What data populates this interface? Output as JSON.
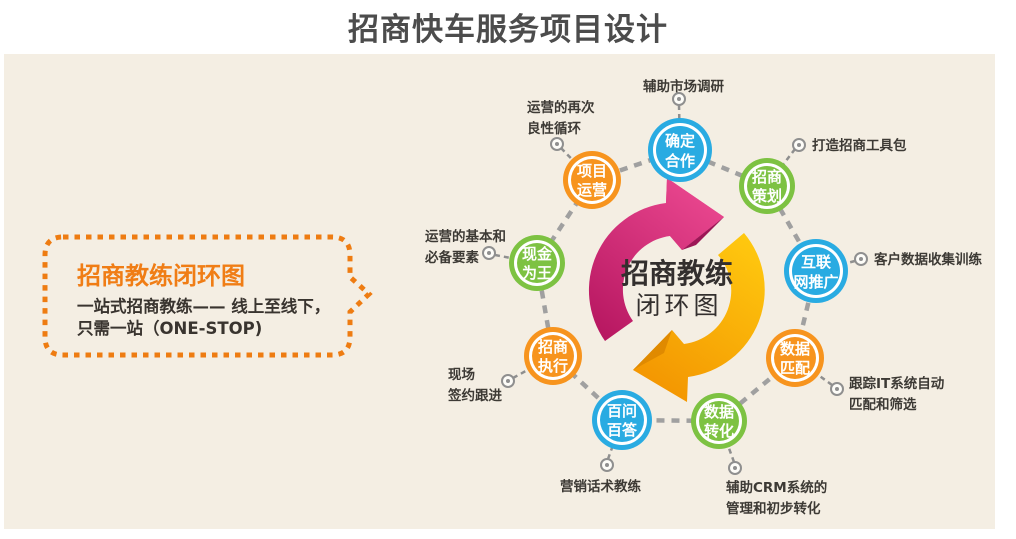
{
  "title": "招商快车服务项目设计",
  "callout": {
    "heading": "招商教练闭环图",
    "body_line1": "一站式招商教练—— 线上至线下，",
    "body_line2": "只需一站（ONE-STOP)"
  },
  "diagram": {
    "center": {
      "line1": "招商教练",
      "line2": "闭环图"
    },
    "palette": {
      "blue": "#29abe2",
      "green": "#7dc242",
      "orange": "#f7941e",
      "pink_dark": "#b4145e",
      "pink_light": "#ee4b93",
      "yellow_light": "#ffc90f",
      "yellow_dark": "#f29100",
      "callout_orange": "#ee7c12",
      "connector_gray": "#a0a0a0",
      "panel_bg": "#f4eee3"
    },
    "nodes": [
      {
        "label1": "确定",
        "label2": "合作",
        "color": "#29abe2",
        "notes": [
          "辅助市场调研"
        ]
      },
      {
        "label1": "招商",
        "label2": "策划",
        "color": "#7dc242",
        "notes": [
          "打造招商工具包"
        ]
      },
      {
        "label1": "互联",
        "label2": "网推广",
        "color": "#29abe2",
        "notes": [
          "客户数据收集训练"
        ]
      },
      {
        "label1": "数据",
        "label2": "匹配",
        "color": "#f7941e",
        "notes": [
          "跟踪IT系统自动",
          "匹配和筛选"
        ]
      },
      {
        "label1": "数据",
        "label2": "转化",
        "color": "#7dc242",
        "notes": [
          "辅助CRM系统的",
          "管理和初步转化"
        ]
      },
      {
        "label1": "百问",
        "label2": "百答",
        "color": "#29abe2",
        "notes": [
          "营销话术教练"
        ]
      },
      {
        "label1": "招商",
        "label2": "执行",
        "color": "#f7941e",
        "notes": [
          "现场",
          "签约跟进"
        ]
      },
      {
        "label1": "现金",
        "label2": "为王",
        "color": "#7dc242",
        "notes": [
          "运营的基本和",
          "必备要素"
        ]
      },
      {
        "label1": "项目",
        "label2": "运营",
        "color": "#f7941e",
        "notes": [
          "运营的再次",
          "良性循环"
        ]
      }
    ]
  }
}
